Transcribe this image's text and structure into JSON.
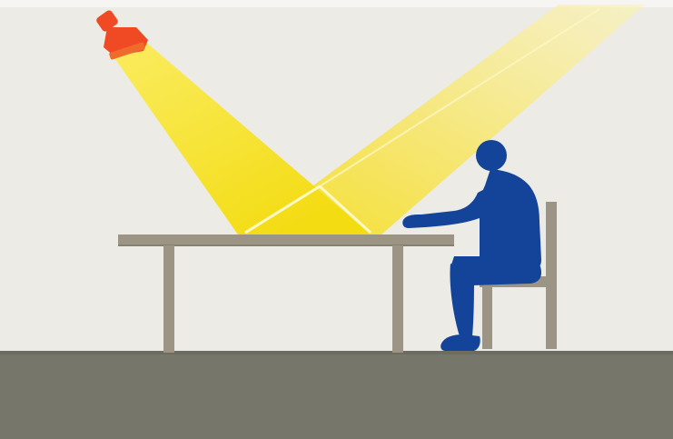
{
  "scene": {
    "kind": "glare-reflection-illustration",
    "elements": [
      "ceiling-lamp-icon",
      "light-beam",
      "reflected-glare-beam",
      "desk",
      "chair",
      "seated-person-icon",
      "floor"
    ]
  },
  "colors": {
    "background": "#ecebe6",
    "floor": "#77766a",
    "furniture": "#9c9585",
    "furniture_edge": "#85806f",
    "person": "#14449a",
    "lamp": "#ef4a24",
    "beam": "#f6e21a",
    "beam_soft": "#f9ef9a",
    "reflection_line": "#fff8c8"
  }
}
